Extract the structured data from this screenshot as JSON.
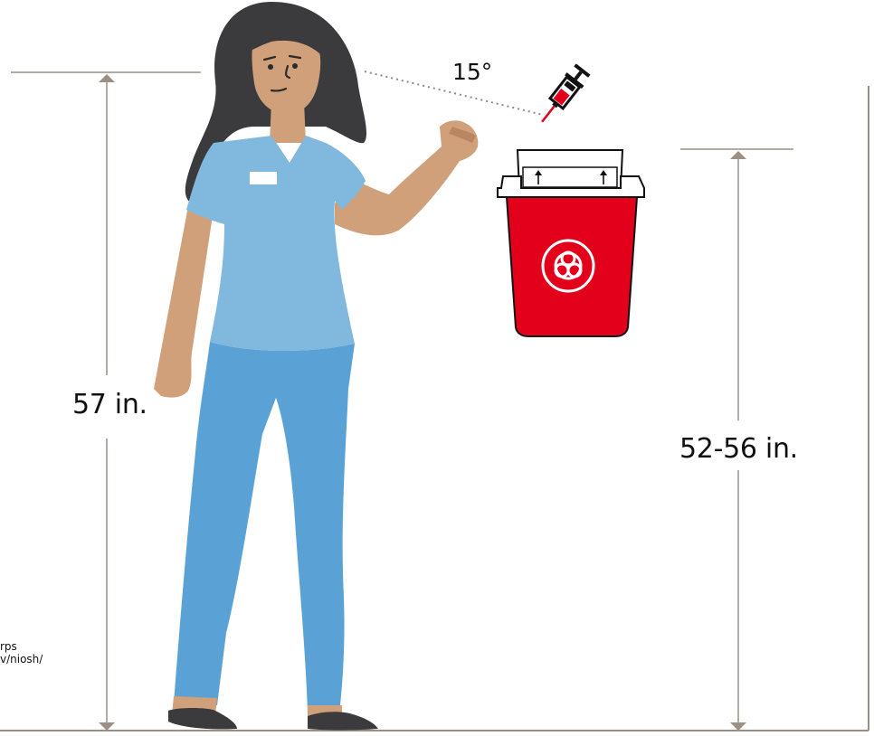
{
  "labels": {
    "angle": "15°",
    "person_reach_height": "57 in.",
    "container_height": "52-56 in.",
    "note_line1": "rps",
    "note_line2": "v/niosh/"
  },
  "colors": {
    "container_red": "#e3001b",
    "scrubs_top": "#80b8de",
    "scrubs_pants": "#5aa2d6",
    "skin": "#d0a07a",
    "hair": "#3b3b3d",
    "guide_line": "#9b8f86"
  },
  "icons": {
    "container_symbol": "biohazard-icon",
    "sharp": "syringe-icon"
  }
}
